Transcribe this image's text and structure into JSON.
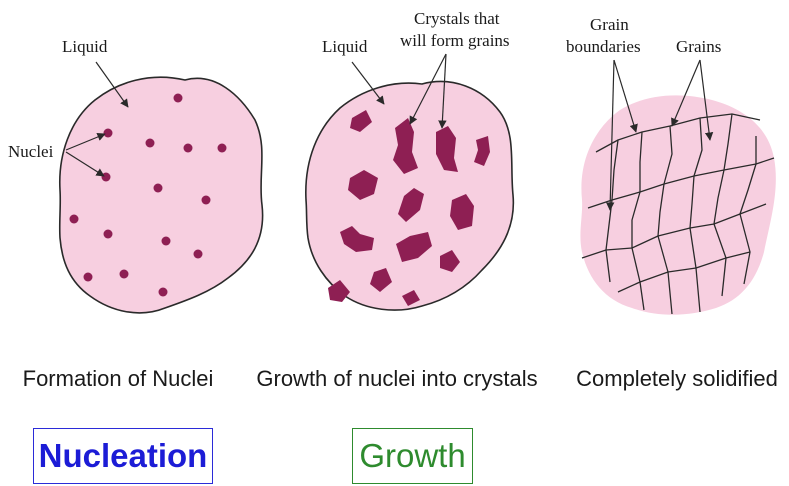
{
  "panels": {
    "left": {
      "labels": {
        "liquid": "Liquid",
        "nuclei": "Nuclei"
      },
      "caption": "Formation of Nuclei"
    },
    "middle": {
      "labels": {
        "liquid": "Liquid",
        "crystals_line1": "Crystals that",
        "crystals_line2": "will form grains"
      },
      "caption": "Growth of nuclei into crystals"
    },
    "right": {
      "labels": {
        "grain_line1": "Grain",
        "grain_line2": "boundaries",
        "grains": "Grains"
      },
      "caption": "Completely solidified"
    }
  },
  "stages": {
    "nucleation": "Nucleation",
    "growth": "Growth"
  },
  "colors": {
    "liquid_fill": "#f7cfe0",
    "outline": "#2a2a2a",
    "crystal": "#8e1f53",
    "nucleation_text": "#1c1cd6",
    "growth_text": "#2e8b2e"
  }
}
